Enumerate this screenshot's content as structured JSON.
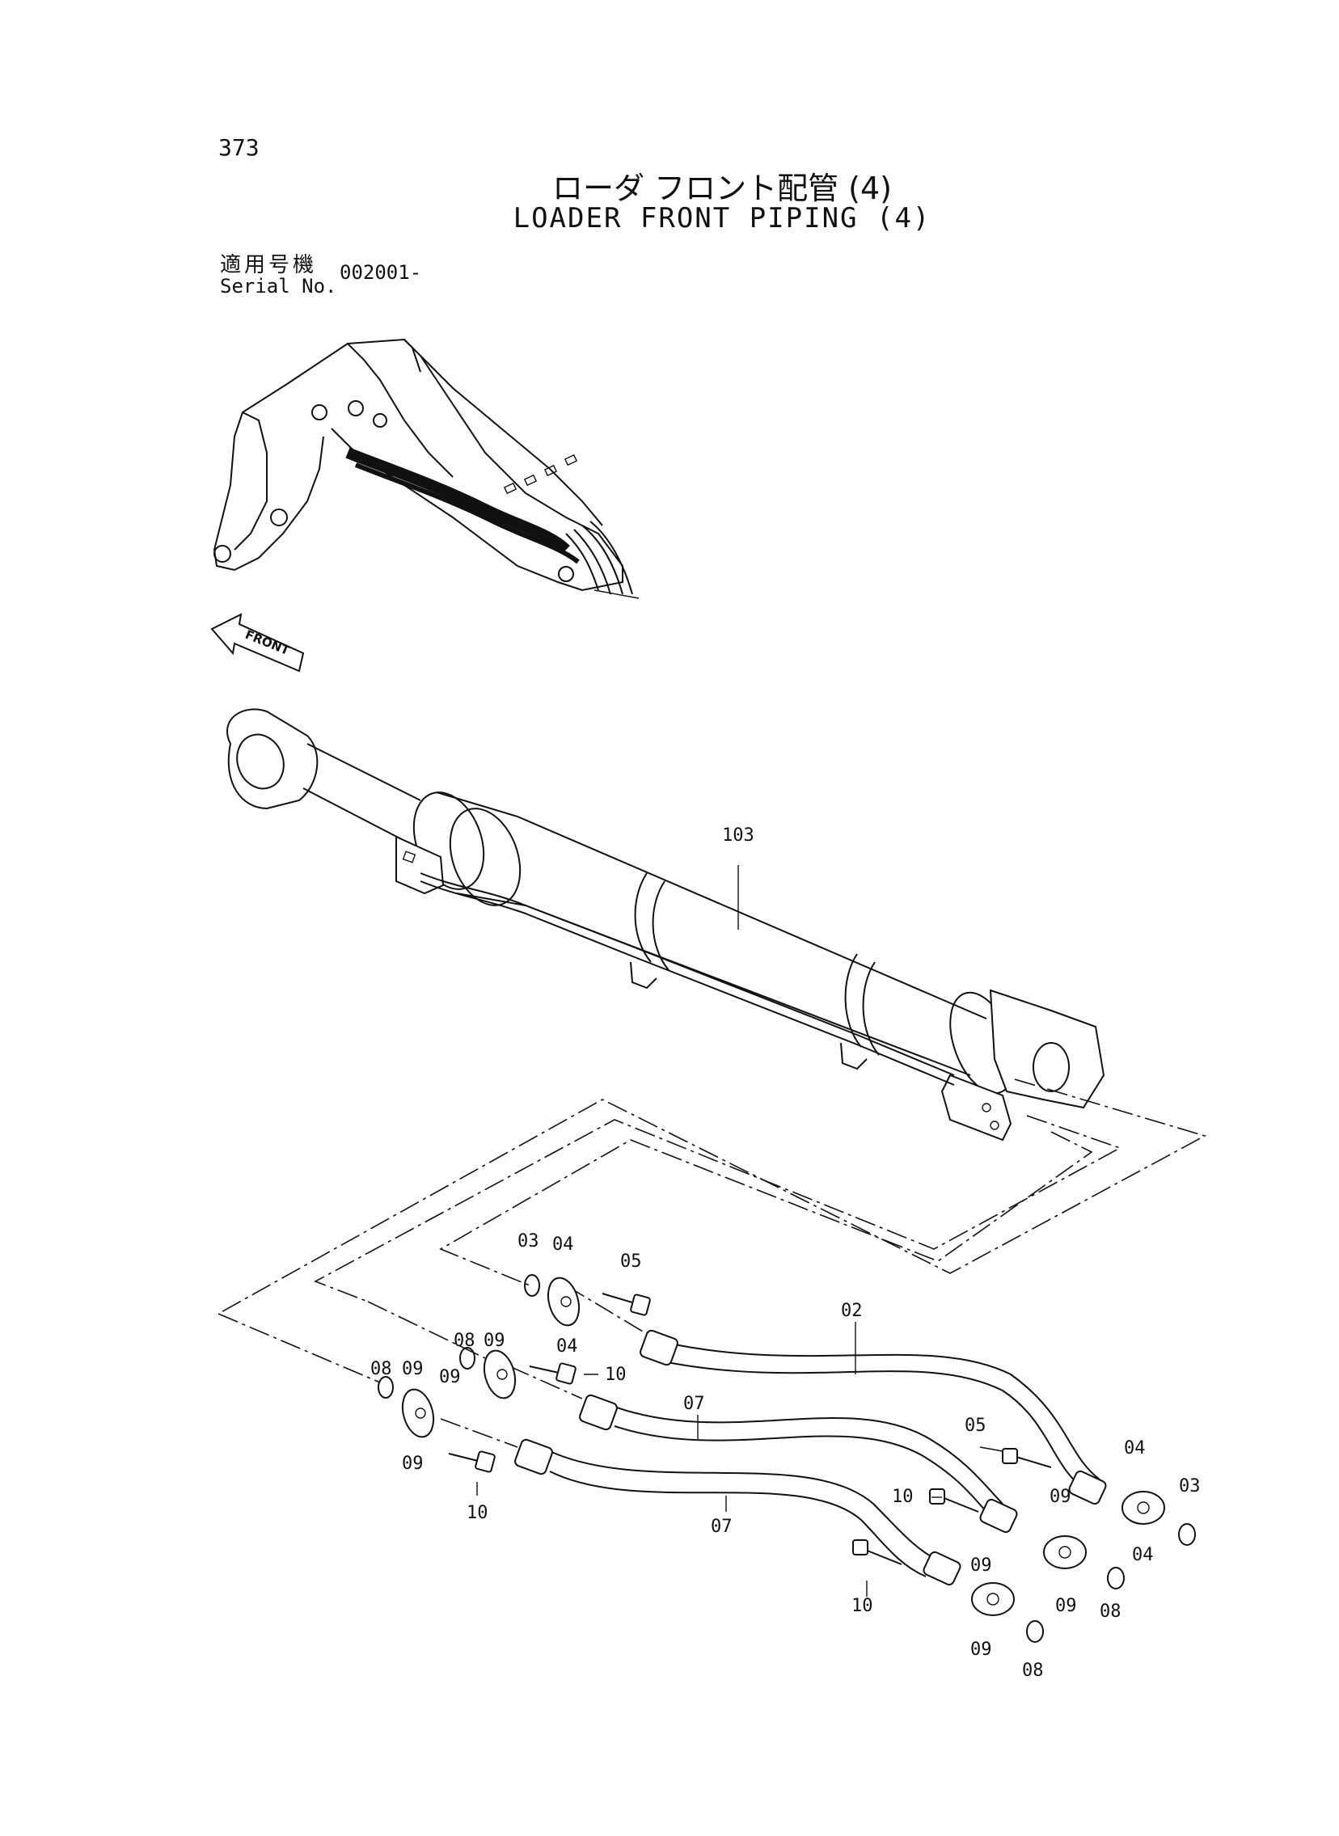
{
  "page": {
    "number": "373",
    "title_jp": "ローダ フロント配管 (4)",
    "title_en": "LOADER FRONT PIPING (4)",
    "serial_label_jp": "適用号機",
    "serial_label_en": "Serial No.",
    "serial_value": "002001-"
  },
  "front_arrow_label": "FRONT",
  "callouts": [
    {
      "id": "c103",
      "label": "103"
    },
    {
      "id": "c02",
      "label": "02"
    },
    {
      "id": "c03a",
      "label": "03"
    },
    {
      "id": "c03b",
      "label": "03"
    },
    {
      "id": "c04a",
      "label": "04"
    },
    {
      "id": "c04b",
      "label": "04"
    },
    {
      "id": "c04c",
      "label": "04"
    },
    {
      "id": "c04d",
      "label": "04"
    },
    {
      "id": "c05a",
      "label": "05"
    },
    {
      "id": "c05b",
      "label": "05"
    },
    {
      "id": "c07a",
      "label": "07"
    },
    {
      "id": "c07b",
      "label": "07"
    },
    {
      "id": "c08a",
      "label": "08"
    },
    {
      "id": "c08b",
      "label": "08"
    },
    {
      "id": "c08c",
      "label": "08"
    },
    {
      "id": "c08d",
      "label": "08"
    },
    {
      "id": "c09a",
      "label": "09"
    },
    {
      "id": "c09b",
      "label": "09"
    },
    {
      "id": "c09c",
      "label": "09"
    },
    {
      "id": "c09d",
      "label": "09"
    },
    {
      "id": "c09e",
      "label": "09"
    },
    {
      "id": "c09f",
      "label": "09"
    },
    {
      "id": "c09g",
      "label": "09"
    },
    {
      "id": "c09h",
      "label": "09"
    },
    {
      "id": "c10a",
      "label": "10"
    },
    {
      "id": "c10b",
      "label": "10"
    },
    {
      "id": "c10c",
      "label": "10"
    },
    {
      "id": "c10d",
      "label": "10"
    }
  ]
}
